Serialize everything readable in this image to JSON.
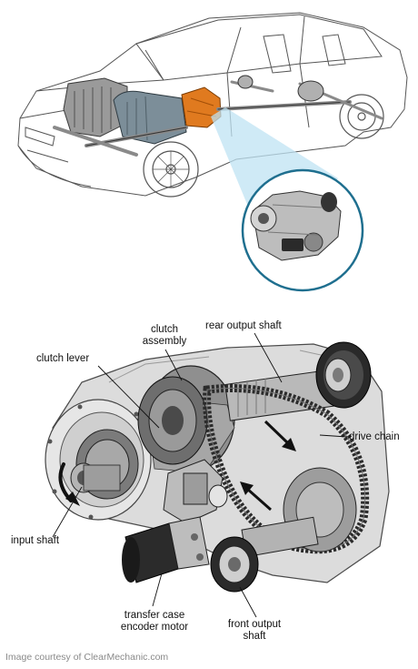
{
  "labels": {
    "clutch_assembly": [
      "clutch",
      "assembly"
    ],
    "rear_output_shaft": "rear output shaft",
    "clutch_lever": "clutch lever",
    "drive_chain": "drive chain",
    "input_shaft": "input shaft",
    "encoder_motor": [
      "transfer case",
      "encoder motor"
    ],
    "front_output_shaft": [
      "front output",
      "shaft"
    ]
  },
  "credit": "Image courtesy of ClearMechanic.com",
  "colors": {
    "highlight": "#e07a1f",
    "callout_ring": "#1f6f8f",
    "callout_beam": "#bfe3f3",
    "line_art": "#444444",
    "chain": "#2b2b2b",
    "credit_text": "#8a8a8a"
  }
}
